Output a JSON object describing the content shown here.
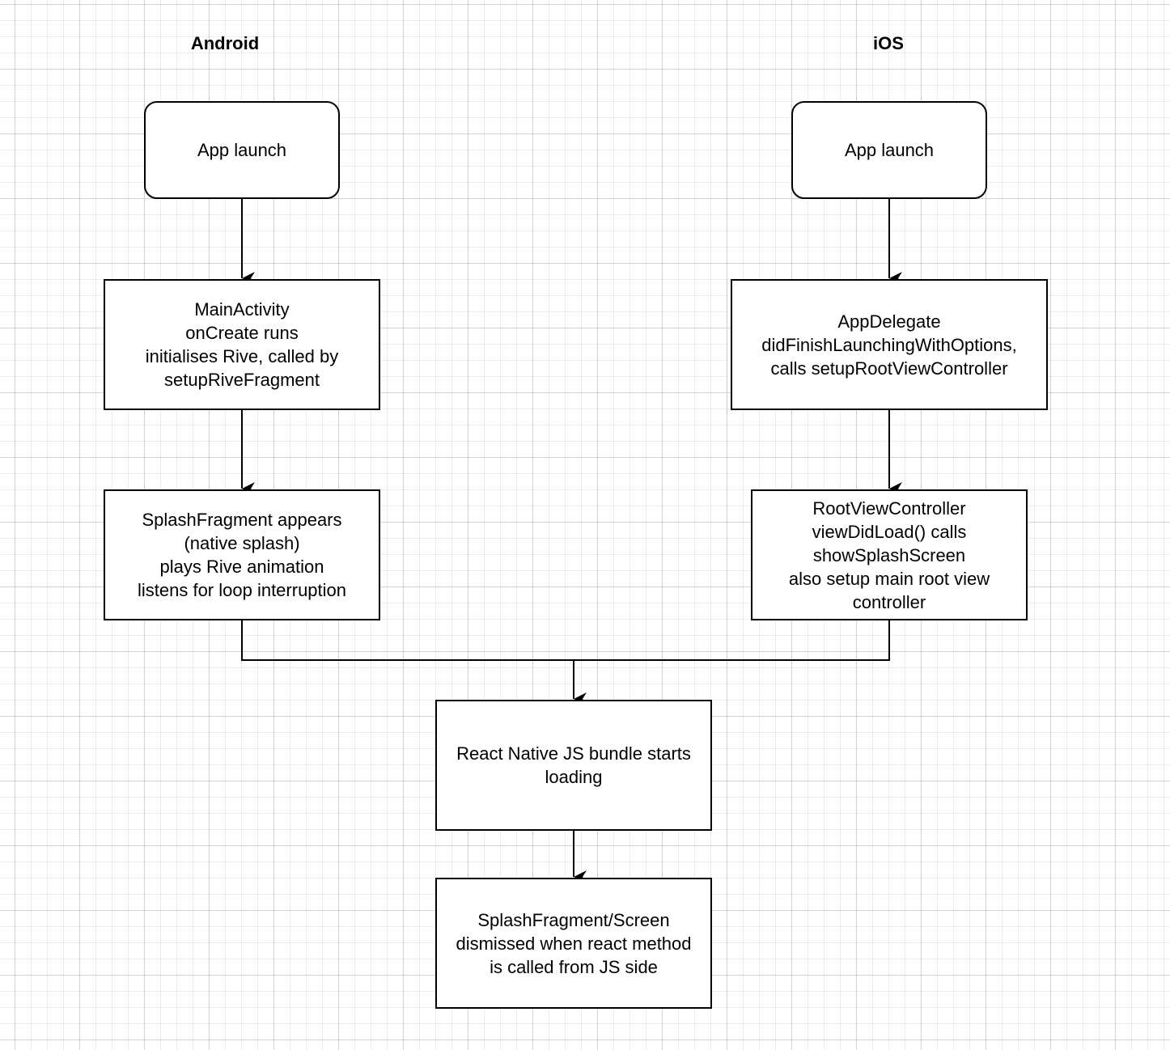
{
  "headings": {
    "android": "Android",
    "ios": "iOS"
  },
  "nodes": {
    "android_launch": "App launch",
    "android_main_activity": "MainActivity\nonCreate runs\ninitialises Rive, called by\nsetupRiveFragment",
    "android_splash_fragment": "SplashFragment appears\n(native splash)\nplays Rive animation\nlistens for loop interruption",
    "ios_launch": "App launch",
    "ios_app_delegate": "AppDelegate\ndidFinishLaunchingWithOptions,\ncalls setupRootViewController",
    "ios_root_view_controller": "RootViewController\nviewDidLoad() calls\nshowSplashScreen\nalso setup main root view\ncontroller",
    "rn_bundle_loading": "React Native JS bundle starts\nloading",
    "splash_dismissed": "SplashFragment/Screen\ndismissed when react method\nis called from JS side"
  },
  "colors": {
    "stroke": "#000000",
    "fill": "#ffffff"
  }
}
